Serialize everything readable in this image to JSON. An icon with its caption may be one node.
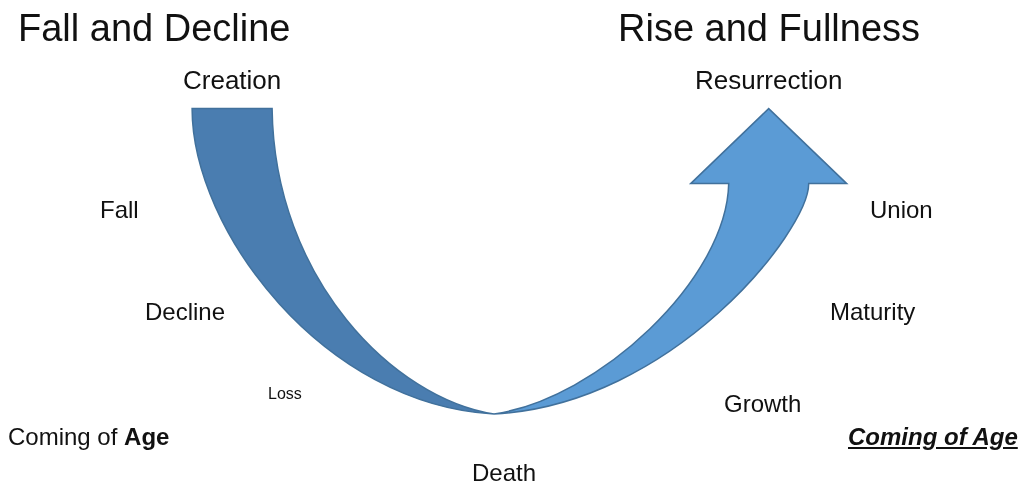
{
  "diagram": {
    "nodes": [
      {
        "text": [
          "Creation"
        ]
      },
      {
        "text": [
          "Death"
        ]
      },
      {
        "text": [
          "Resurrection"
        ]
      }
    ],
    "edges": [
      {
        "from": 0,
        "to": 1,
        "arrow": "none",
        "style": "thick",
        "color": "#4a7db0"
      },
      {
        "from": 1,
        "to": 2,
        "arrow": "to",
        "style": "thick",
        "color": "#5b9bd5"
      }
    ],
    "labels": [
      "Fall and Decline",
      "Rise and Fullness",
      "Fall",
      "Union",
      "Decline",
      "Maturity",
      "Loss",
      "Growth",
      "Coming of **Age**",
      "Coming of Age"
    ]
  }
}
